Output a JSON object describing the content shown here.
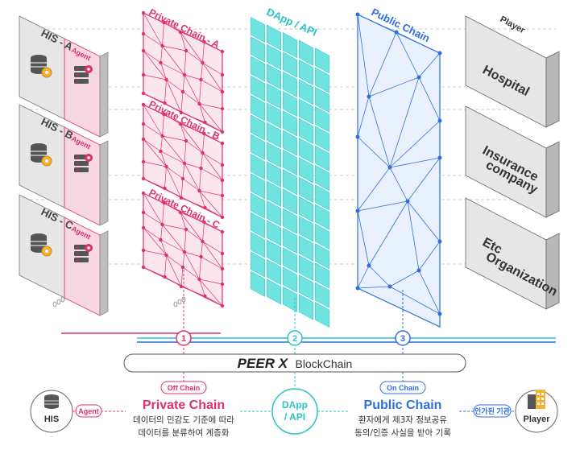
{
  "his_boxes": [
    "HIS - A",
    "HIS - B",
    "HIS - C"
  ],
  "agent_label": "Agent",
  "private_chains": [
    "Private Chain - A",
    "Private Chain - B",
    "Private Chain - C"
  ],
  "dapp_api_title": "DApp / API",
  "public_chain_title": "Public Chain",
  "player_header": "Player",
  "players": [
    {
      "lines": [
        "Hospital"
      ]
    },
    {
      "lines": [
        "Insurance",
        "company"
      ]
    },
    {
      "lines": [
        "Etc",
        "Organization"
      ]
    }
  ],
  "markers": [
    "1",
    "2",
    "3"
  ],
  "blockchain": {
    "brand": "PEER X",
    "suffix": "BlockChain"
  },
  "bottom": {
    "his_label": "HIS",
    "agent_label": "Agent",
    "off_chain_pill": "Off Chain",
    "private_title": "Private Chain",
    "private_desc": [
      "데이터의 민감도 기준에 따라",
      "데이터를 분류하여 계층화"
    ],
    "dapp_lines": [
      "DApp",
      "/ API"
    ],
    "on_chain_pill": "On Chain",
    "public_title": "Public Chain",
    "public_desc": [
      "환자에게 제3자 정보공유",
      "동의/인증 사실을 받아 기록"
    ],
    "authorized_pill": "인가된 기관",
    "player_label": "Player"
  },
  "colors": {
    "private": "#e0306f",
    "dapp": "#2bc4c0",
    "public": "#2f6fdc",
    "box_gray": "#e6e6e6",
    "agent_pink": "#f7d7e2"
  },
  "icons": [
    "database-gear-icon",
    "server-gear-icon",
    "office-building-icon",
    "ellipsis-icon"
  ]
}
